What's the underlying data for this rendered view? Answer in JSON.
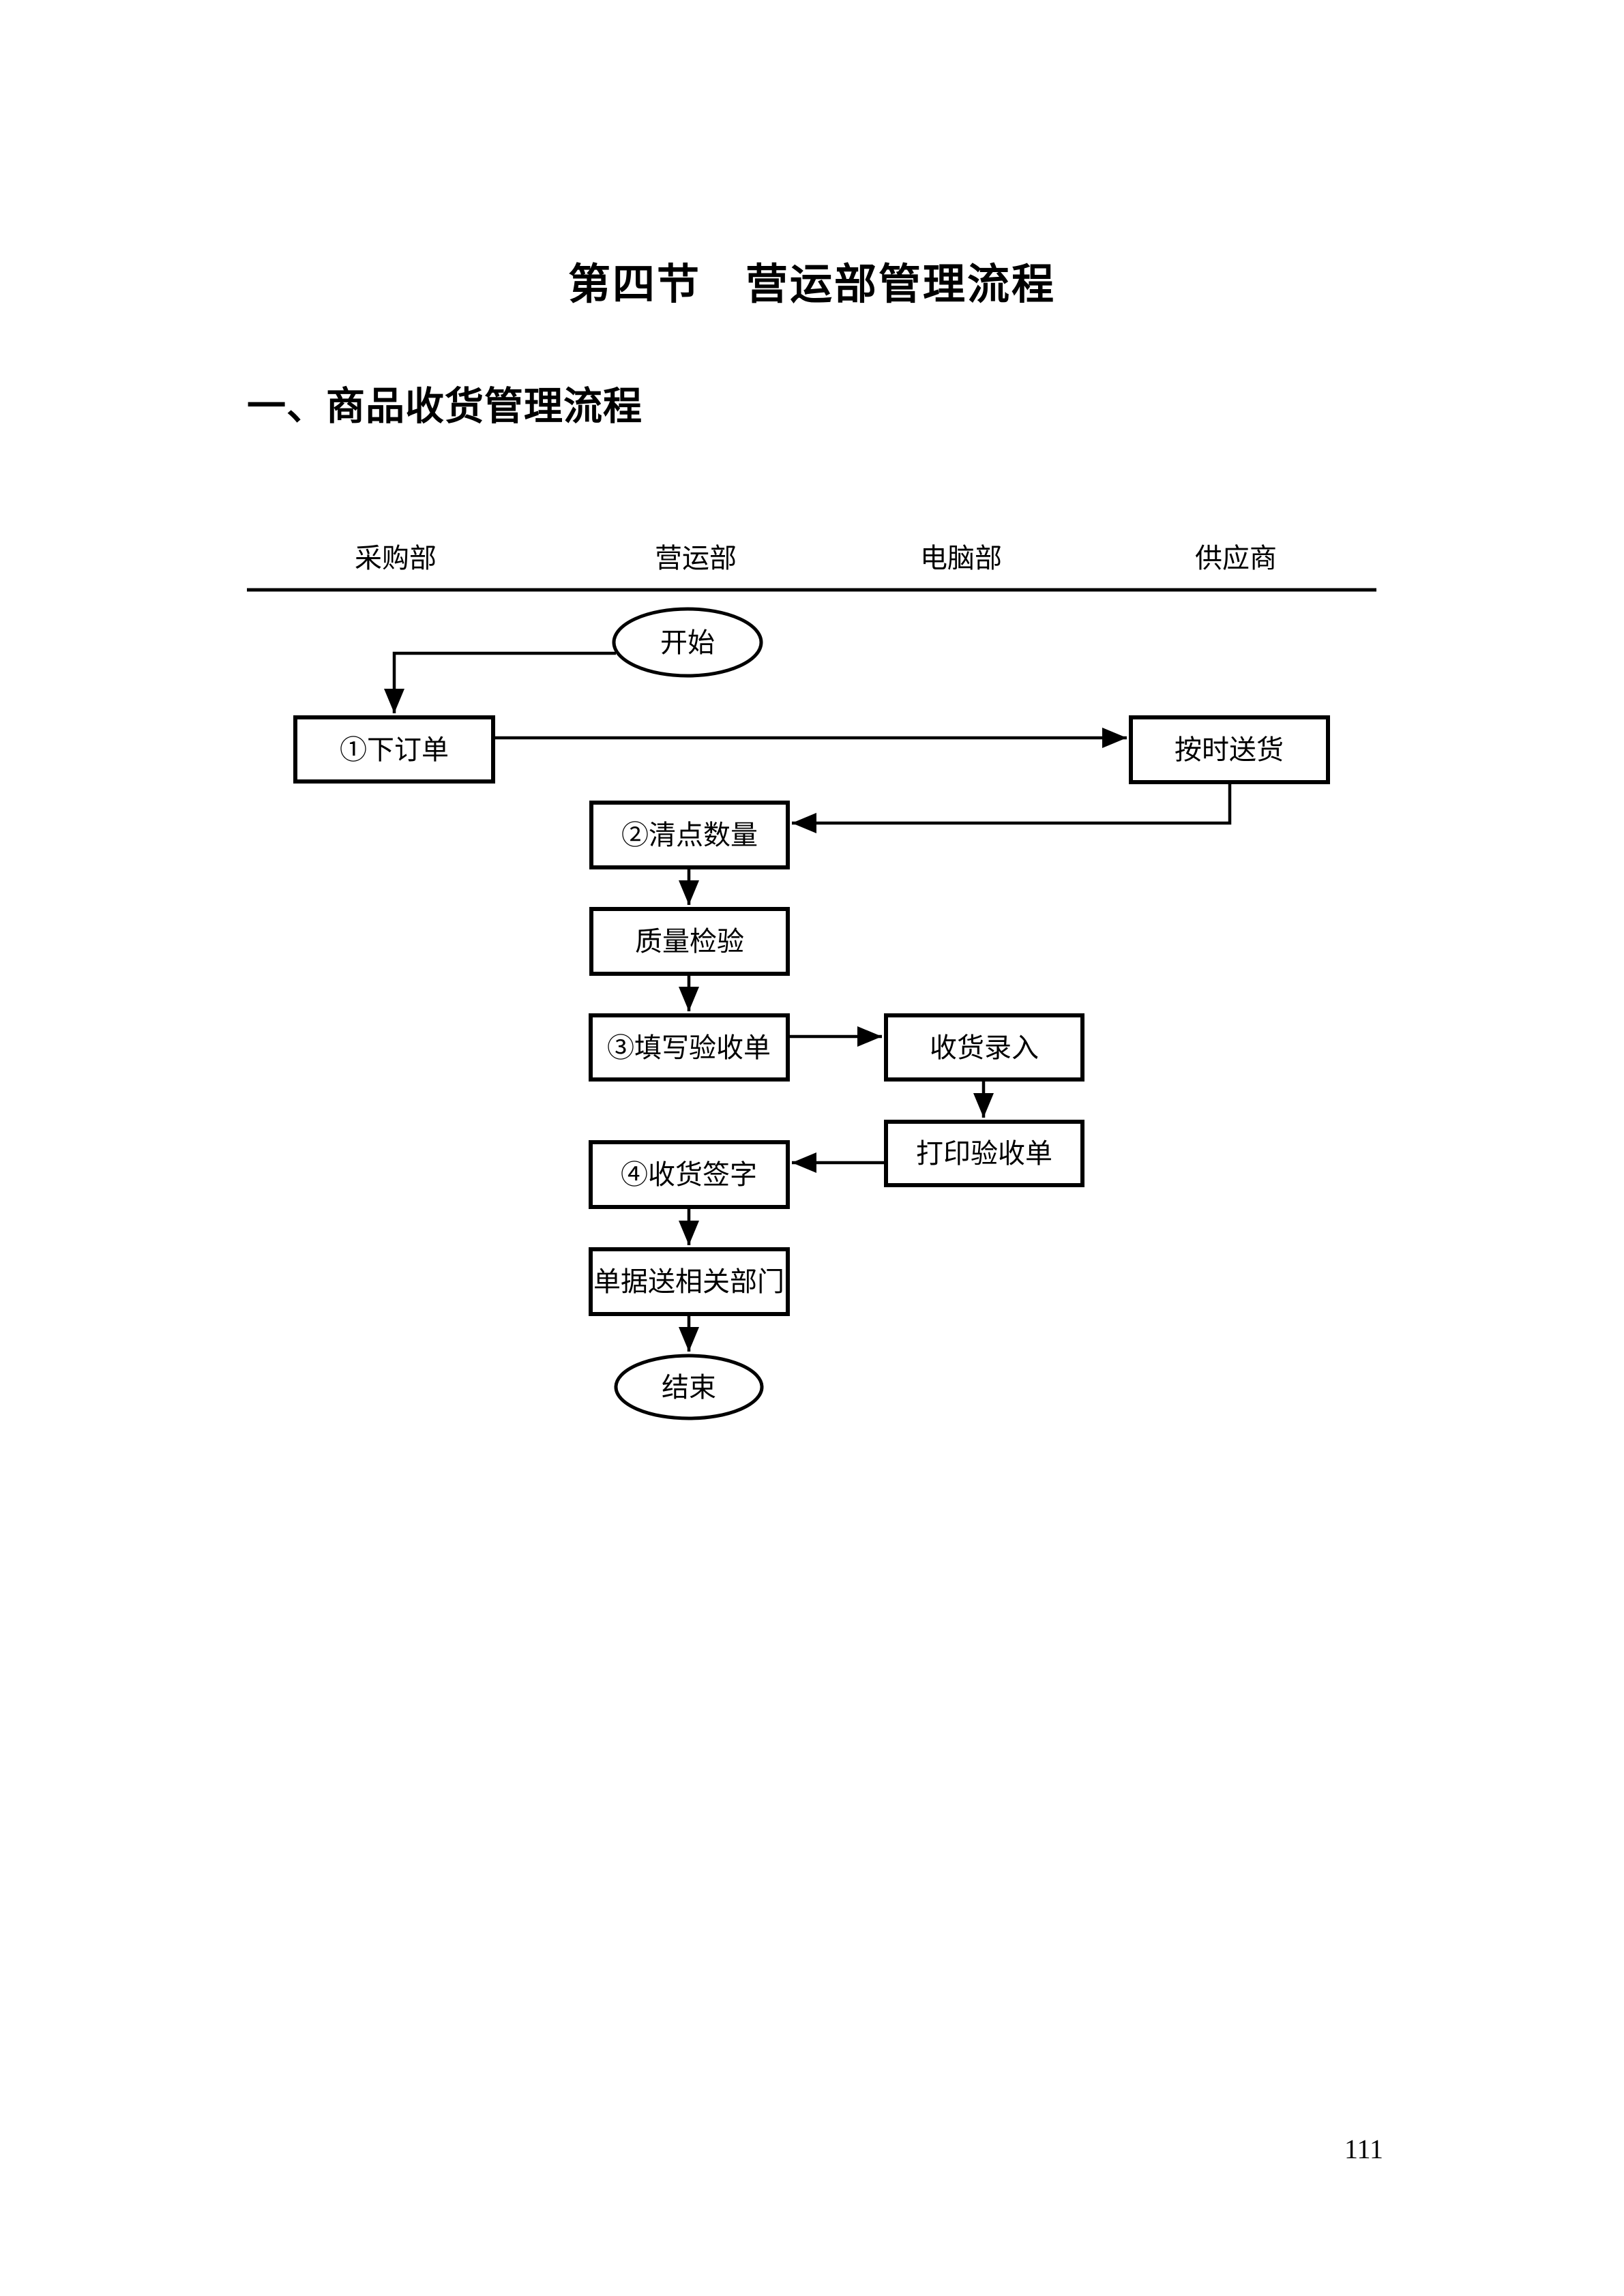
{
  "colors": {
    "ink": "#000000",
    "paper": "#ffffff"
  },
  "title": "第四节　营运部管理流程",
  "heading": "一、商品收货管理流程",
  "flowchart": {
    "lanes": [
      "采购部",
      "营运部",
      "电脑部",
      "供应商"
    ],
    "nodes": {
      "start": "开始",
      "place_order": "①下订单",
      "deliver_on_time": "按时送货",
      "count_quantity": "②清点数量",
      "quality_inspection": "质量检验",
      "fill_acceptance_form": "③填写验收单",
      "receiving_entry": "收货录入",
      "print_acceptance_form": "打印验收单",
      "receiving_signature": "④收货签字",
      "send_documents": "单据送相关部门",
      "end": "结束"
    },
    "edges": [
      {
        "from": "start",
        "to": "place_order"
      },
      {
        "from": "place_order",
        "to": "deliver_on_time"
      },
      {
        "from": "deliver_on_time",
        "to": "count_quantity"
      },
      {
        "from": "count_quantity",
        "to": "quality_inspection"
      },
      {
        "from": "quality_inspection",
        "to": "fill_acceptance_form"
      },
      {
        "from": "fill_acceptance_form",
        "to": "receiving_entry"
      },
      {
        "from": "receiving_entry",
        "to": "print_acceptance_form"
      },
      {
        "from": "print_acceptance_form",
        "to": "receiving_signature"
      },
      {
        "from": "receiving_signature",
        "to": "send_documents"
      },
      {
        "from": "send_documents",
        "to": "end"
      }
    ]
  },
  "page": {
    "number": "111"
  }
}
